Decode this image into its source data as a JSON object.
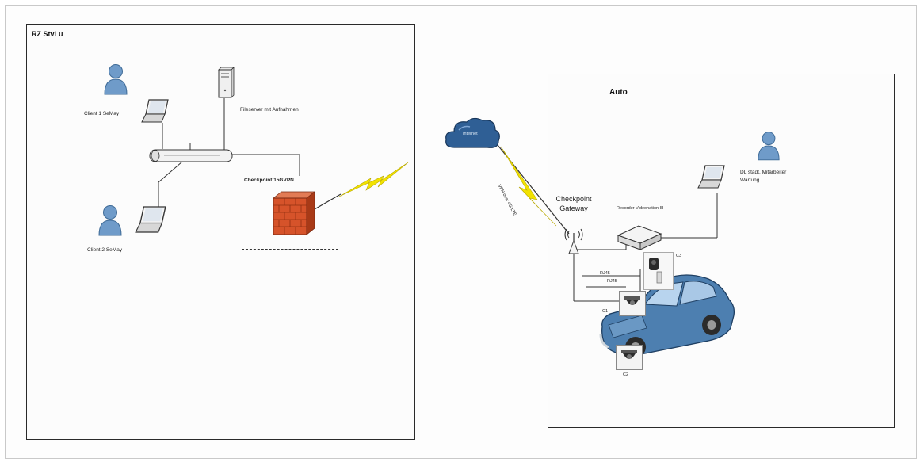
{
  "zones": {
    "left_title": "RZ StvLu",
    "right_title": "Auto"
  },
  "left": {
    "client1_label": "Client 1 SeMay",
    "client2_label": "Client 2 SeMay",
    "fileserver_label": "Fileserver mit Aufnahmen",
    "checkpoint_label": "Checkpoint 15GVPN"
  },
  "network": {
    "cloud_label": "Internet",
    "link_label": "VPN over 4G/LTE"
  },
  "right": {
    "gateway_label": "Checkpoint Gateway",
    "recorder_label": "Recorder Videonation III",
    "maintenance_label": "DL stadt. Mitarbeiter Wartung",
    "rj45_top": "RJ45",
    "rj45_bottom": "RJ45",
    "c1": "C1",
    "c2": "C2",
    "c3": "C3"
  },
  "colors": {
    "person": "#6f9bc9",
    "car": "#4d7fb0",
    "firewall": "#d6532a",
    "cloud": "#2f5f95",
    "lightning": "#f2e200"
  }
}
